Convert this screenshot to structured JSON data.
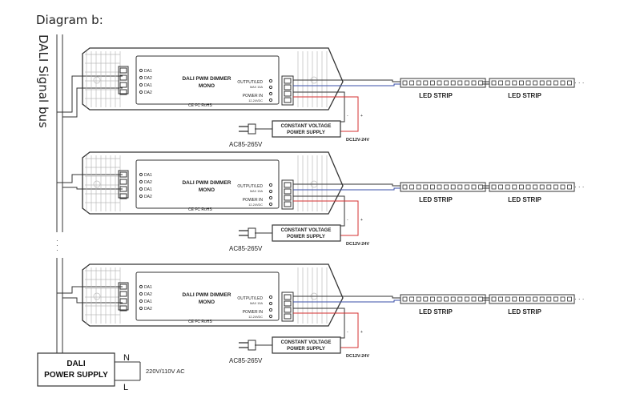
{
  "diagram_title": "Diagram b:",
  "bus_label": "DALI Signal bus",
  "dimmer": {
    "name_line1": "DALI PWM DIMMER",
    "name_line2": "MONO",
    "terminals": [
      "DA1",
      "DA2",
      "DA1",
      "DA2"
    ],
    "output_label": "OUTPUT/LED",
    "output_rating": "MAX 15A",
    "power_label": "POWER IN",
    "power_rating": "12-24VDC",
    "cert": "CE FC RoHS"
  },
  "power_supply": {
    "line1": "CONSTANT VOLTAGE",
    "line2": "POWER SUPPLY",
    "ac_input": "AC85-265V",
    "dc_output": "DC12V-24V",
    "minus": "-",
    "plus": "+"
  },
  "led_strip_label": "LED STRIP",
  "continuation": "· · ·",
  "dali_supply": {
    "line1": "DALI",
    "line2": "POWER SUPPLY",
    "n": "N",
    "l": "L",
    "mains": "220V/110V AC"
  },
  "colors": {
    "wire": "#333333",
    "positive": "#d63030",
    "signal": "#3a4fa8"
  }
}
